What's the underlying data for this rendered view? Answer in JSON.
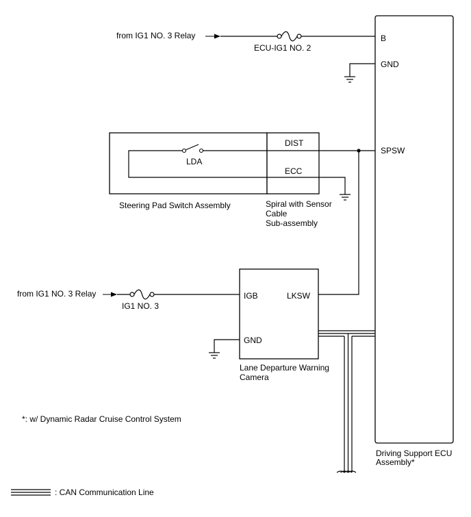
{
  "sources": {
    "top": "from IG1 NO. 3 Relay",
    "bottom": "from IG1 NO. 3 Relay"
  },
  "fuses": {
    "ecu": "ECU-IG1 NO. 2",
    "ig1": "IG1 NO. 3"
  },
  "ecu": {
    "terminals": {
      "b": "B",
      "gnd": "GND",
      "spsw": "SPSW"
    },
    "name_line1": "Driving Support ECU",
    "name_line2": "Assembly*"
  },
  "steering_pad": {
    "switch_label": "LDA",
    "name": "Steering Pad Switch Assembly"
  },
  "spiral": {
    "terminals": {
      "dist": "DIST",
      "ecc": "ECC"
    },
    "name_line1": "Spiral with Sensor",
    "name_line2": "Cable",
    "name_line3": "Sub-assembly"
  },
  "camera": {
    "terminals": {
      "igb": "IGB",
      "gnd": "GND",
      "lksw": "LKSW"
    },
    "name_line1": "Lane Departure Warning",
    "name_line2": "Camera"
  },
  "notes": {
    "footnote": "*: w/ Dynamic Radar Cruise Control System",
    "legend": ": CAN Communication Line"
  }
}
